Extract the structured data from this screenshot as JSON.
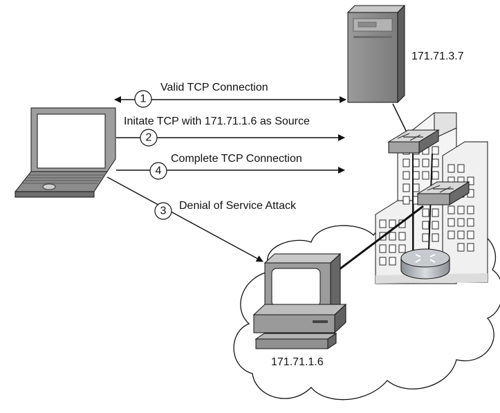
{
  "server": {
    "ip": "171.71.3.7"
  },
  "victim": {
    "ip": "171.71.1.6"
  },
  "steps": [
    {
      "num": "1",
      "label": "Valid TCP Connection"
    },
    {
      "num": "2",
      "label": "Initate TCP with 171.71.1.6 as Source"
    },
    {
      "num": "4",
      "label": "Complete TCP Connection"
    },
    {
      "num": "3",
      "label": "Denial of Service Attack"
    }
  ]
}
